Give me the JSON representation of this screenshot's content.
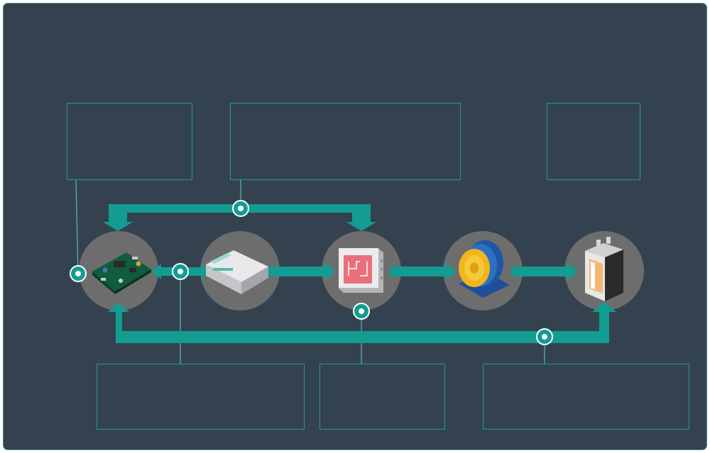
{
  "diagram": {
    "accent_color": "#129c92",
    "background_color": "#344250",
    "label_boxes": [
      {
        "id": "top-left",
        "text": ""
      },
      {
        "id": "top-center",
        "text": ""
      },
      {
        "id": "top-right",
        "text": ""
      },
      {
        "id": "bottom-left",
        "text": ""
      },
      {
        "id": "bottom-center",
        "text": ""
      },
      {
        "id": "bottom-right",
        "text": ""
      }
    ],
    "nodes": [
      {
        "id": "circuit-board",
        "icon": "circuit-board-icon"
      },
      {
        "id": "controller-device",
        "icon": "controller-box-icon"
      },
      {
        "id": "relay-module",
        "icon": "relay-icon"
      },
      {
        "id": "motor-drum",
        "icon": "motor-drum-icon"
      },
      {
        "id": "elevator-cabinet",
        "icon": "elevator-cabinet-icon"
      }
    ]
  }
}
